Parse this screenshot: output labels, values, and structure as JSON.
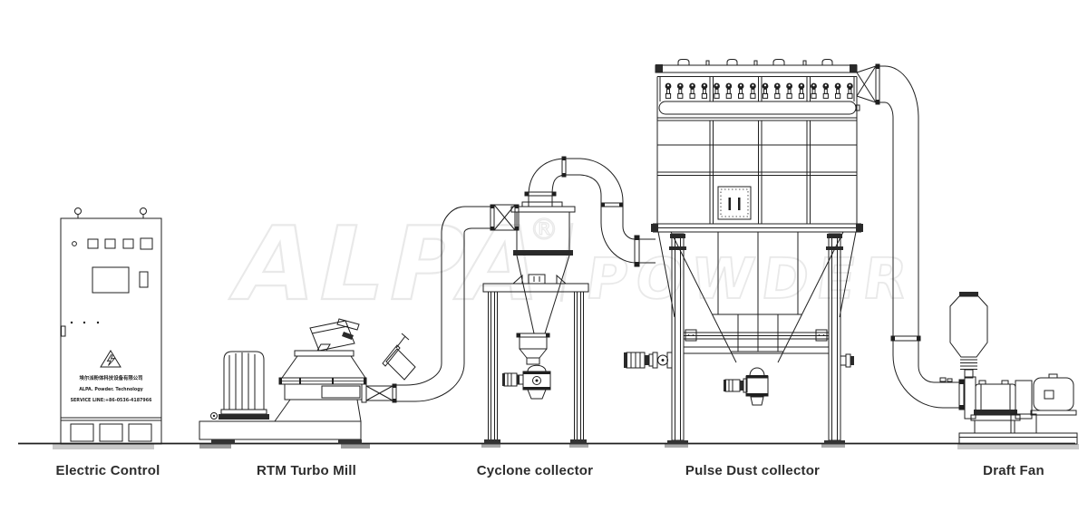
{
  "page": {
    "background": "#ffffff"
  },
  "colors": {
    "line": "#1f1f1f",
    "watermark": "#e9e9e9",
    "label_text": "#2d2d2d",
    "shadow": "#b9b9b9"
  },
  "watermark": {
    "brand": "ALPA",
    "registered": "®",
    "suffix": "POWDER"
  },
  "equipment_labels": {
    "electric_control": "Electric Control",
    "rtm_turbo_mill": "RTM Turbo Mill",
    "cyclone_collector": "Cyclone collector",
    "pulse_dust_collector": "Pulse Dust collector",
    "draft_fan": "Draft Fan"
  },
  "control_cabinet_text": {
    "company_cn": "埃尔派粉体科技设备有限公司",
    "company_en": "ALPA. Powder. Technology",
    "service_line": "SERVICE LINE:+86-0536-4187966"
  }
}
